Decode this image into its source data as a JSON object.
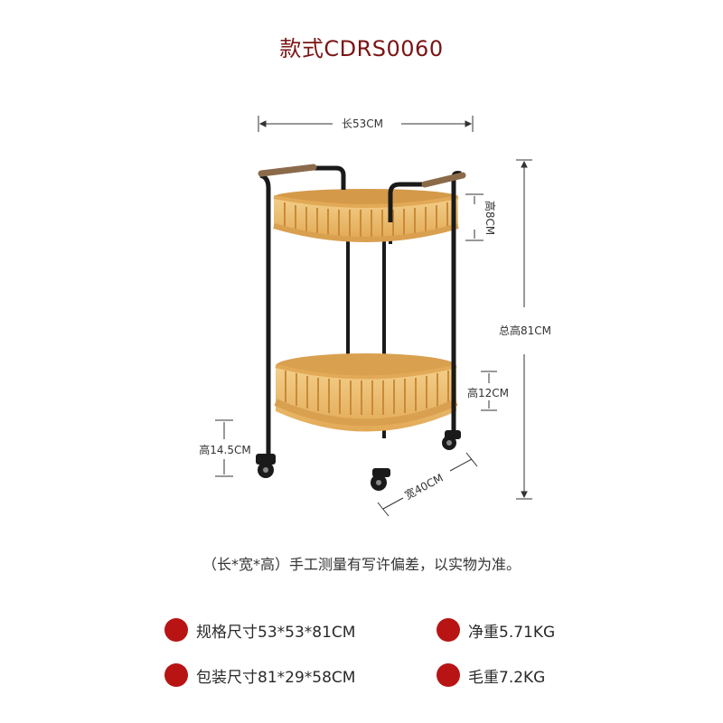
{
  "title": "款式CDRS0060",
  "dimensions": {
    "length": "长53CM",
    "tray_top_height": "高8CM",
    "total_height": "总高81CM",
    "tray_bottom_height": "高12CM",
    "bottom_clearance": "高14.5CM",
    "width": "宽40CM"
  },
  "note": "（长*宽*高）手工测量有写许偏差，以实物为准。",
  "specs": [
    {
      "label": "规格尺寸53*53*81CM"
    },
    {
      "label": "净重5.71KG"
    },
    {
      "label": "包装尺寸81*29*58CM"
    },
    {
      "label": "毛重7.2KG"
    }
  ],
  "colors": {
    "title": "#7a1515",
    "bullet": "#b81414",
    "frame": "#1a1a1a",
    "rattan": "#e9b865",
    "rattan_dark": "#c98a38",
    "handle": "#8b6a4a"
  }
}
